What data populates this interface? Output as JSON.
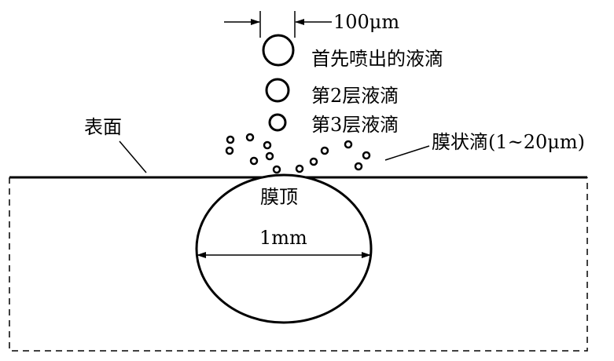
{
  "labels": {
    "diameter": "100μm",
    "first_droplet": "首先喷出的液滴",
    "second_layer": "第2层液滴",
    "third_layer": "第3层液滴",
    "surface": "表面",
    "film_droplets": "膜状滴(1~20μm)",
    "film_top": "膜顶",
    "cavity_width": "1mm"
  }
}
